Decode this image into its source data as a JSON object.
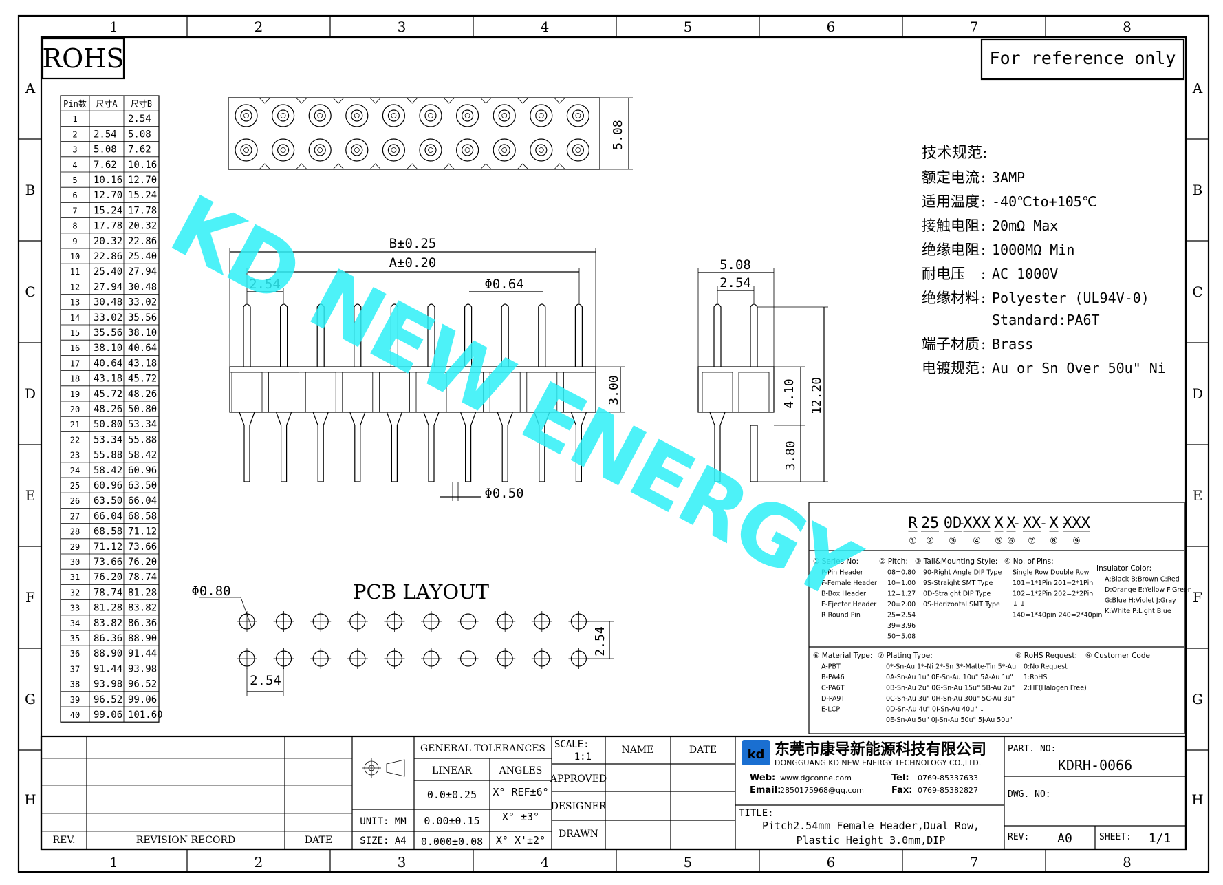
{
  "frame": {
    "col_labels": [
      "1",
      "2",
      "3",
      "4",
      "5",
      "6",
      "7",
      "8"
    ],
    "row_labels": [
      "A",
      "B",
      "C",
      "D",
      "E",
      "F",
      "G",
      "H"
    ]
  },
  "rohs": "ROHS",
  "reference": "For reference only",
  "pin_table": {
    "headers": [
      "Pin数",
      "尺寸A",
      "尺寸B"
    ],
    "rows": [
      [
        "1",
        "",
        "2.54"
      ],
      [
        "2",
        "2.54",
        "5.08"
      ],
      [
        "3",
        "5.08",
        "7.62"
      ],
      [
        "4",
        "7.62",
        "10.16"
      ],
      [
        "5",
        "10.16",
        "12.70"
      ],
      [
        "6",
        "12.70",
        "15.24"
      ],
      [
        "7",
        "15.24",
        "17.78"
      ],
      [
        "8",
        "17.78",
        "20.32"
      ],
      [
        "9",
        "20.32",
        "22.86"
      ],
      [
        "10",
        "22.86",
        "25.40"
      ],
      [
        "11",
        "25.40",
        "27.94"
      ],
      [
        "12",
        "27.94",
        "30.48"
      ],
      [
        "13",
        "30.48",
        "33.02"
      ],
      [
        "14",
        "33.02",
        "35.56"
      ],
      [
        "15",
        "35.56",
        "38.10"
      ],
      [
        "16",
        "38.10",
        "40.64"
      ],
      [
        "17",
        "40.64",
        "43.18"
      ],
      [
        "18",
        "43.18",
        "45.72"
      ],
      [
        "19",
        "45.72",
        "48.26"
      ],
      [
        "20",
        "48.26",
        "50.80"
      ],
      [
        "21",
        "50.80",
        "53.34"
      ],
      [
        "22",
        "53.34",
        "55.88"
      ],
      [
        "23",
        "55.88",
        "58.42"
      ],
      [
        "24",
        "58.42",
        "60.96"
      ],
      [
        "25",
        "60.96",
        "63.50"
      ],
      [
        "26",
        "63.50",
        "66.04"
      ],
      [
        "27",
        "66.04",
        "68.58"
      ],
      [
        "28",
        "68.58",
        "71.12"
      ],
      [
        "29",
        "71.12",
        "73.66"
      ],
      [
        "30",
        "73.66",
        "76.20"
      ],
      [
        "31",
        "76.20",
        "78.74"
      ],
      [
        "32",
        "78.74",
        "81.28"
      ],
      [
        "33",
        "81.28",
        "83.82"
      ],
      [
        "34",
        "83.82",
        "86.36"
      ],
      [
        "35",
        "86.36",
        "88.90"
      ],
      [
        "36",
        "88.90",
        "91.44"
      ],
      [
        "37",
        "91.44",
        "93.98"
      ],
      [
        "38",
        "93.98",
        "96.52"
      ],
      [
        "39",
        "96.52",
        "99.06"
      ],
      [
        "40",
        "99.06",
        "101.60"
      ]
    ]
  },
  "dims": {
    "top_height": "5.08",
    "b_dim": "B±0.25",
    "a_dim": "A±0.20",
    "pitch": "2.54",
    "pin_dia": "Φ0.64",
    "tail_dia": "Φ0.50",
    "body_h": "3.00",
    "side_width": "5.08",
    "side_pitch": "2.54",
    "side_410": "4.10",
    "side_1220": "12.20",
    "side_380": "3.80",
    "pcb_title": "PCB LAYOUT",
    "pcb_hole": "Φ0.80",
    "pcb_row": "2.54",
    "pcb_pitch": "2.54"
  },
  "specs": {
    "title": "技术规范:",
    "rows": [
      {
        "k": "额定电流",
        "v": "3AMP"
      },
      {
        "k": "适用温度",
        "v": "-40℃to+105℃"
      },
      {
        "k": "接触电阻",
        "v": "20mΩ Max"
      },
      {
        "k": "绝缘电阻",
        "v": "1000MΩ Min"
      },
      {
        "k": "耐电压",
        "v": "AC 1000V"
      },
      {
        "k": "绝缘材料",
        "v": "Polyester (UL94V-0)"
      },
      {
        "k": "",
        "v": "Standard:PA6T"
      },
      {
        "k": "端子材质",
        "v": "Brass"
      },
      {
        "k": "电镀规范",
        "v": "Au or Sn Over 50u\" Ni"
      }
    ]
  },
  "watermark": "KD NEW ENERGY",
  "code": {
    "parts": [
      "R",
      "25",
      "0D",
      "XXX",
      "X",
      "X",
      "XX",
      "X",
      "XXX"
    ],
    "marks": [
      "①",
      "②",
      "③",
      "④",
      "⑤",
      "⑥",
      "⑦",
      "⑧",
      "⑨"
    ],
    "col1": {
      "title": "① Series No:",
      "lines": [
        "P-Pin Header",
        "F-Female Header",
        "B-Box Header",
        "E-Ejector Header",
        "R-Round Pin"
      ]
    },
    "col2": {
      "title": "② Pitch:",
      "lines": [
        "08=0.80",
        "10=1.00",
        "12=1.27",
        "20=2.00",
        "25=2.54",
        "39=3.96",
        "50=5.08"
      ]
    },
    "col3": {
      "title": "③ Tail&Mounting Style:",
      "lines": [
        "90-Right Angle DIP Type",
        "9S-Straight SMT Type",
        "0D-Straight DIP Type",
        "0S-Horizontal SMT Type"
      ]
    },
    "col4": {
      "title": "④ No. of Pins:",
      "lines": [
        "Single Row   Double Row",
        "101=1*1Pin   201=2*1Pin",
        "102=1*2Pin   202=2*2Pin",
        "  ↓            ↓",
        "140=1*40pin  240=2*40pin"
      ]
    },
    "col5": {
      "title": "Insulator Color:",
      "lines": [
        "A:Black  B:Brown  C:Red",
        "D:Orange E:Yellow F:Green",
        "G:Blue   H:Violet J:Gray",
        "K:White  P:Light Blue"
      ]
    },
    "col6": {
      "title": "⑥ Material Type:",
      "lines": [
        "A-PBT",
        "B-PA46",
        "C-PA6T",
        "D-PA9T",
        "E-LCP"
      ]
    },
    "col7": {
      "title": "⑦ Plating Type:",
      "lines": [
        "0*-Sn-Au 1*-Ni 2*-Sn 3*-Matte-Tin 5*-Au",
        "0A-Sn-Au 1u\" 0F-Sn-Au 10u\"  5A-Au 1u\"",
        "0B-Sn-Au 2u\" 0G-Sn-Au 15u\"  5B-Au 2u\"",
        "0C-Sn-Au 3u\" 0H-Sn-Au 30u\"  5C-Au 3u\"",
        "0D-Sn-Au 4u\" 0I-Sn-Au 40u\"    ↓",
        "0E-Sn-Au 5u\" 0J-Sn-Au 50u\"  5J-Au 50u\""
      ]
    },
    "col8": {
      "title": "⑧ RoHS Request:",
      "lines": [
        "0:No Request",
        "1:RoHS",
        "2:HF(Halogen Free)"
      ]
    },
    "col9": {
      "title": "⑨ Customer Code",
      "lines": []
    }
  },
  "title_block": {
    "rev": "REV.",
    "revision_record": "REVISION RECORD",
    "date": "DATE",
    "general_tol": "GENERAL TOLERANCES",
    "linear": "LINEAR",
    "angles": "ANGLES",
    "tol1": "0.0±0.25",
    "tol2": "0.00±0.15",
    "tol3": "0.000±0.08",
    "ang1": "X° REF±6°",
    "ang2": "X° ±3°",
    "ang3": "X° X'±2°",
    "unit": "UNIT: MM",
    "size": "SIZE: A4",
    "scale": "SCALE:",
    "scale_val": "1:1",
    "name": "NAME",
    "date2": "DATE",
    "approved": "APPROVED",
    "designer": "DESIGNER",
    "drawn": "DRAWN",
    "company_cn": "东莞市康导新能源科技有限公司",
    "company_en": "DONGGUANG KD NEW ENERGY TECHNOLOGY CO.,LTD.",
    "web_label": "Web:",
    "web": "www.dgconne.com",
    "email_label": "Email:",
    "email": "2850175968@qq.com",
    "tel_label": "Tel:",
    "tel": "0769-85337633",
    "fax_label": "Fax:",
    "fax": "0769-85382827",
    "title_label": "TITLE:",
    "title1": "Pitch2.54mm Female Header,Dual Row,",
    "title2": "Plastic Height 3.0mm,DIP",
    "part_no_label": "PART. NO:",
    "part_no": "KDRH-0066",
    "dwg_no_label": "DWG. NO:",
    "rev_label": "REV:",
    "rev_val": "A0",
    "sheet_label": "SHEET:",
    "sheet_val": "1/1"
  }
}
